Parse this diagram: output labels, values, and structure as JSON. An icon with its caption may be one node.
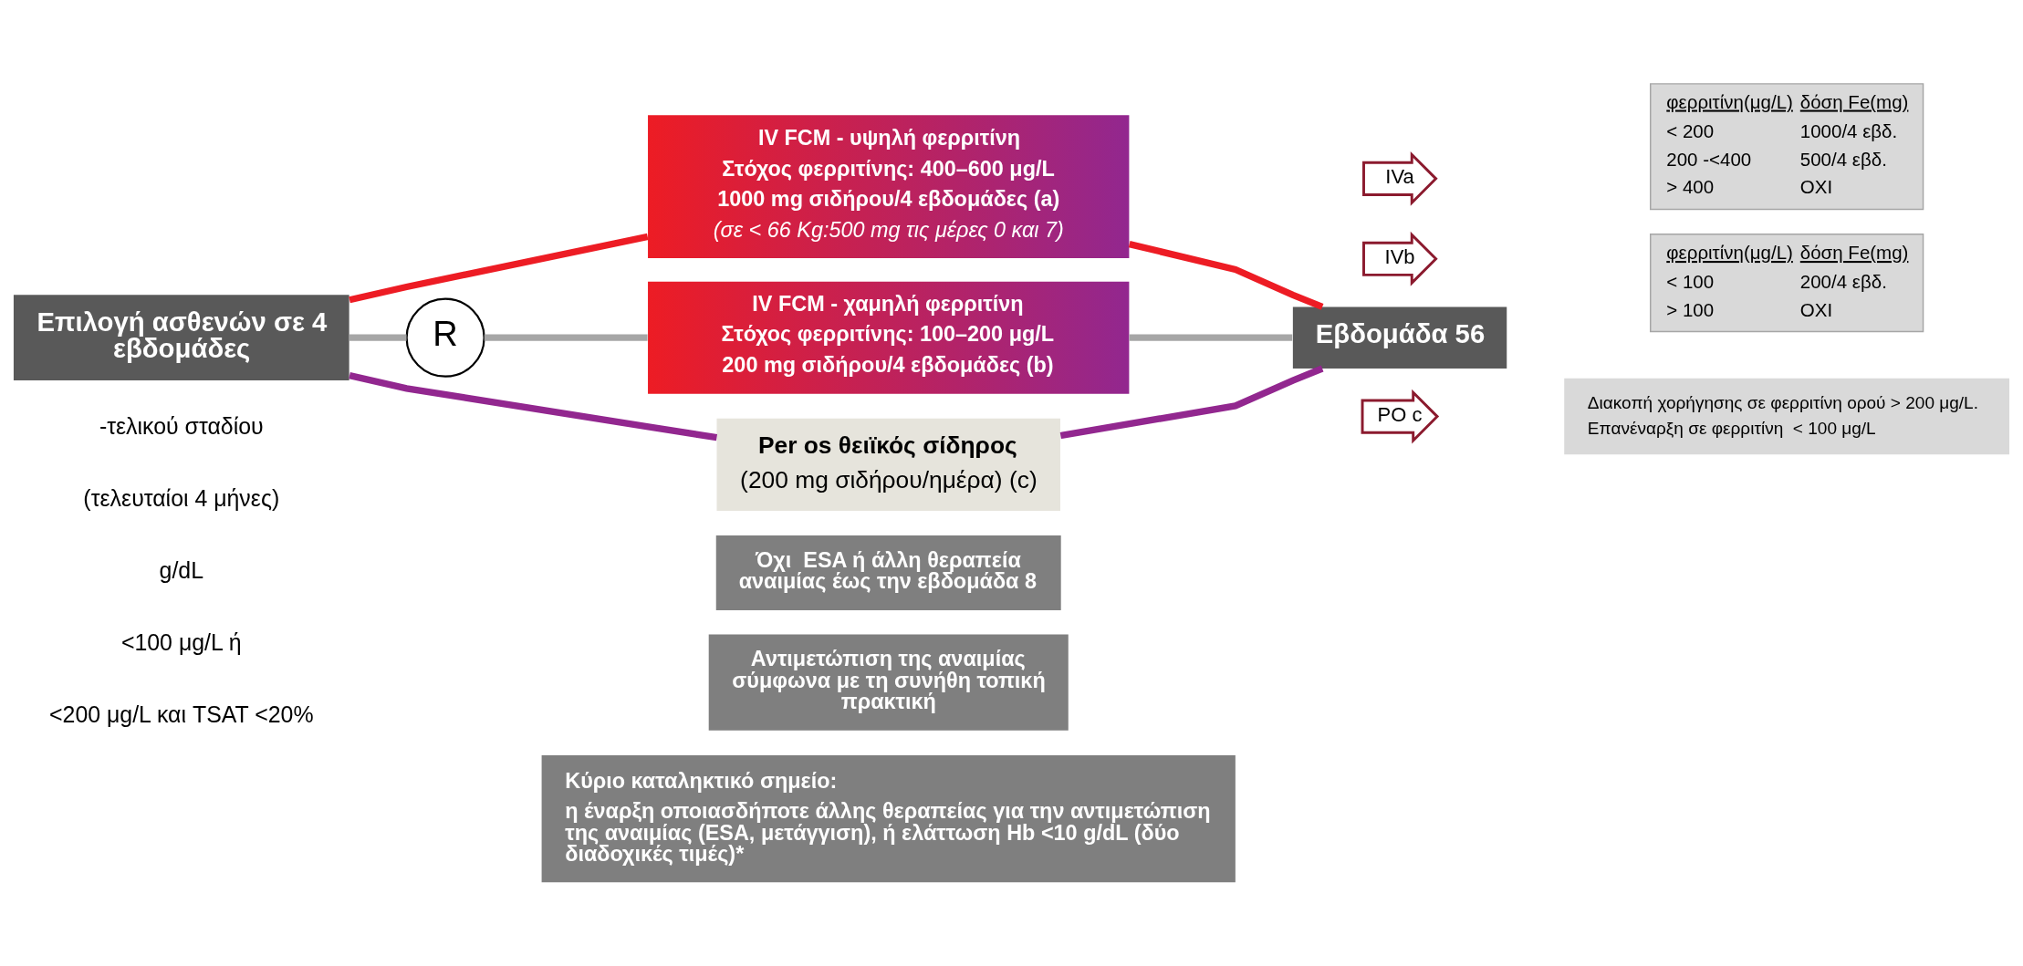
{
  "diagram": {
    "nodes": [
      {
        "text": [
          "Επιλογή ασθενών σε 4 εβδομάδες"
        ]
      },
      {
        "text": [
          "R"
        ]
      },
      {
        "text": [
          "IV FCM - υψηλή φερριτίνη",
          "Στόχος φερριτίνης: 400–600 μg/L",
          "1000 mg σιδήρου/4 εβδομάδες (a)",
          "(σε < 66 Kg:500 mg τις μέρες 0 και 7)"
        ]
      },
      {
        "text": [
          "IV FCM - χαμηλή φερριτίνη",
          "Στόχος φερριτίνης: 100–200 μg/L",
          "200 mg σιδήρου/4 εβδομάδες (b)"
        ]
      },
      {
        "text": [
          "Per os θειϊκός σίδηρος",
          "(200 mg σιδήρου/ημέρα) (c)"
        ]
      },
      {
        "text": [
          "Εβδομάδα 56"
        ]
      },
      {
        "text": [
          "IVa"
        ]
      },
      {
        "text": [
          "φερριτίνη(μg/L)",
          "δόση Fe(mg)",
          "< 200",
          "1000/4 εβδ.",
          "200 -<400",
          "500/4 εβδ.",
          "> 400",
          "OXI"
        ]
      },
      {
        "text": [
          "IVb"
        ]
      },
      {
        "text": [
          "φερριτίνη(μg/L)",
          "δόση Fe(mg)",
          "< 100",
          "200/4 εβδ.",
          "> 100",
          "OXI"
        ]
      },
      {
        "text": [
          "PO c"
        ]
      },
      {
        "text": [
          "Διακοπή χορήγησης σε φερριτίνη ορού > 200 μg/L.",
          "Επανέναρξη σε φερριτίνη  < 100 μg/L"
        ]
      },
      {
        "text": [
          "Όχι  ESA ή άλλη θεραπεία αναιμίας έως την εβδομάδα 8"
        ]
      },
      {
        "text": [
          "Αντιμετώπιση της αναιμίας σύμφωνα με τη συνήθη τοπική πρακτική"
        ]
      },
      {
        "text": [
          "Κύριο καταληκτικό σημείο:",
          "η έναρξη οποιασδήποτε άλλης θεραπείας για την αντιμετώπιση της αναιμίας (ESA, μετάγγιση), ή ελάττωση Hb <10 g/dL (δύο διαδοχικές τιμές)*"
        ]
      }
    ],
    "edges": [
      {
        "from": 0,
        "to": 2,
        "arrow": "none",
        "color": "#ed1c24"
      },
      {
        "from": 0,
        "to": 1,
        "arrow": "none",
        "color": "#a6a6a6"
      },
      {
        "from": 1,
        "to": 3,
        "arrow": "none",
        "color": "#a6a6a6"
      },
      {
        "from": 0,
        "to": 4,
        "arrow": "none",
        "color": "#92278f"
      },
      {
        "from": 2,
        "to": 5,
        "arrow": "none",
        "color": "#ed1c24"
      },
      {
        "from": 3,
        "to": 5,
        "arrow": "none",
        "color": "#a6a6a6"
      },
      {
        "from": 4,
        "to": 5,
        "arrow": "none",
        "color": "#92278f"
      }
    ],
    "labels": [
      "-τελικού σταδίου",
      "(τελευταίοι 4 μήνες)",
      "g/dL",
      "<100 μg/L ή",
      "<200 μg/L και TSAT <20%"
    ]
  }
}
